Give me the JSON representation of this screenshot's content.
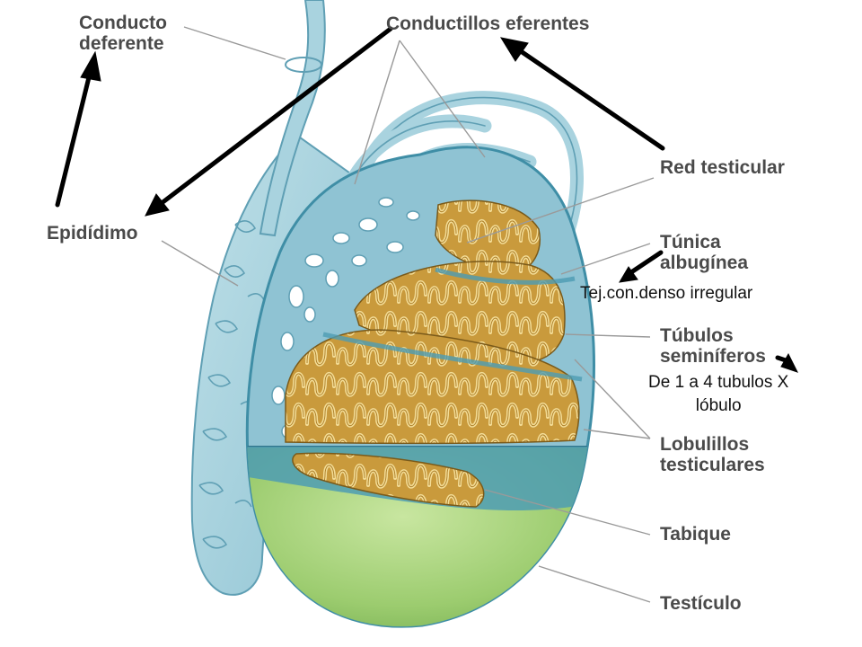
{
  "labels": {
    "conducto_deferente": [
      "Conducto",
      "deferente"
    ],
    "conductillos_eferentes": "Conductillos eferentes",
    "red_testicular": "Red testicular",
    "epididimo": "Epidídimo",
    "tunica_albuginea": [
      "Túnica",
      "albugínea"
    ],
    "tubulos_seminiferos": [
      "Túbulos",
      "seminíferos"
    ],
    "lobulillos_testiculares": [
      "Lobulillos",
      "testiculares"
    ],
    "tabique": "Tabique",
    "testiculo": "Testículo"
  },
  "notes": {
    "tejido": "Tej.con.denso irregular",
    "tubulos": [
      "De 1 a 4 tubulos X",
      "lóbulo"
    ]
  },
  "colors": {
    "duct_blue": "#a9d3df",
    "duct_edge": "#5f9fb4",
    "tubule_fill": "#c99a3c",
    "tubule_line": "#f3dc96",
    "green": "#9ccc6f",
    "teal": "#3f8ea6",
    "label_gray": "#4a4a4a"
  }
}
